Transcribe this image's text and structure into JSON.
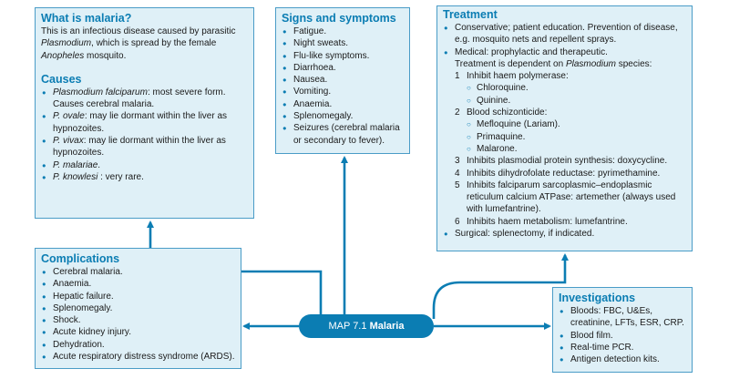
{
  "center": {
    "prefix": "MAP 7.1",
    "title": "Malaria"
  },
  "what_is": {
    "title": "What is malaria?",
    "t1": "This is an infectious disease caused by parasitic",
    "t2": "Plasmodium",
    "t3": ", which is spread by the female",
    "t4": "Anopheles",
    "t5": " mosquito."
  },
  "causes": {
    "title": "Causes",
    "items": [
      {
        "name": "Plasmodium falciparum",
        "desc": ": most severe form. Causes cerebral malaria."
      },
      {
        "name": "P. ovale",
        "desc": ": may lie dormant within the liver as hypnozoites."
      },
      {
        "name": "P. vivax",
        "desc": ": may lie dormant within the liver as hypnozoites."
      },
      {
        "name": "P. malariae",
        "desc": "."
      },
      {
        "name": "P. knowlesi",
        "desc": " : very rare."
      }
    ]
  },
  "signs": {
    "title": "Signs and symptoms",
    "items": [
      "Fatigue.",
      "Night sweats.",
      "Flu-like symptoms.",
      "Diarrhoea.",
      "Nausea.",
      "Vomiting.",
      "Anaemia.",
      "Splenomegaly.",
      "Seizures (cerebral malaria or secondary to fever)."
    ]
  },
  "treatment": {
    "title": "Treatment",
    "conservative": "Conservative; patient education. Prevention of disease, e.g. mosquito nets and repellent sprays.",
    "medical": "Medical: prophylactic and therapeutic.",
    "depends_a": "Treatment is dependent on ",
    "depends_b": "Plasmodium",
    "depends_c": " species:",
    "steps": [
      {
        "n": "1",
        "text": "Inhibit haem polymerase:",
        "subs": [
          "Chloroquine.",
          "Quinine."
        ]
      },
      {
        "n": "2",
        "text": "Blood schizonticide:",
        "subs": [
          "Mefloquine (Lariam).",
          "Primaquine.",
          "Malarone."
        ]
      },
      {
        "n": "3",
        "text": "Inhibits plasmodial protein synthesis: doxycycline.",
        "subs": []
      },
      {
        "n": "4",
        "text": "Inhibits dihydrofolate reductase: pyrimethamine.",
        "subs": []
      },
      {
        "n": "5",
        "text": "Inhibits falciparum sarcoplasmic–endoplasmic reticulum calcium ATPase: artemether (always used with lumefantrine).",
        "subs": []
      },
      {
        "n": "6",
        "text": "Inhibits haem metabolism: lumefantrine.",
        "subs": []
      }
    ],
    "surgical": "Surgical: splenectomy, if indicated."
  },
  "complications": {
    "title": "Complications",
    "items": [
      "Cerebral malaria.",
      "Anaemia.",
      "Hepatic failure.",
      "Splenomegaly.",
      "Shock.",
      "Acute kidney injury.",
      "Dehydration.",
      "Acute respiratory distress syndrome (ARDS)."
    ]
  },
  "investigations": {
    "title": "Investigations",
    "items": [
      "Bloods: FBC, U&Es, creatinine, LFTs, ESR, CRP.",
      "Blood film.",
      "Real-time PCR.",
      "Antigen detection kits."
    ]
  },
  "colors": {
    "accent": "#0b7db3",
    "box_fill": "#dff0f7",
    "box_border": "#4a9cc7"
  }
}
